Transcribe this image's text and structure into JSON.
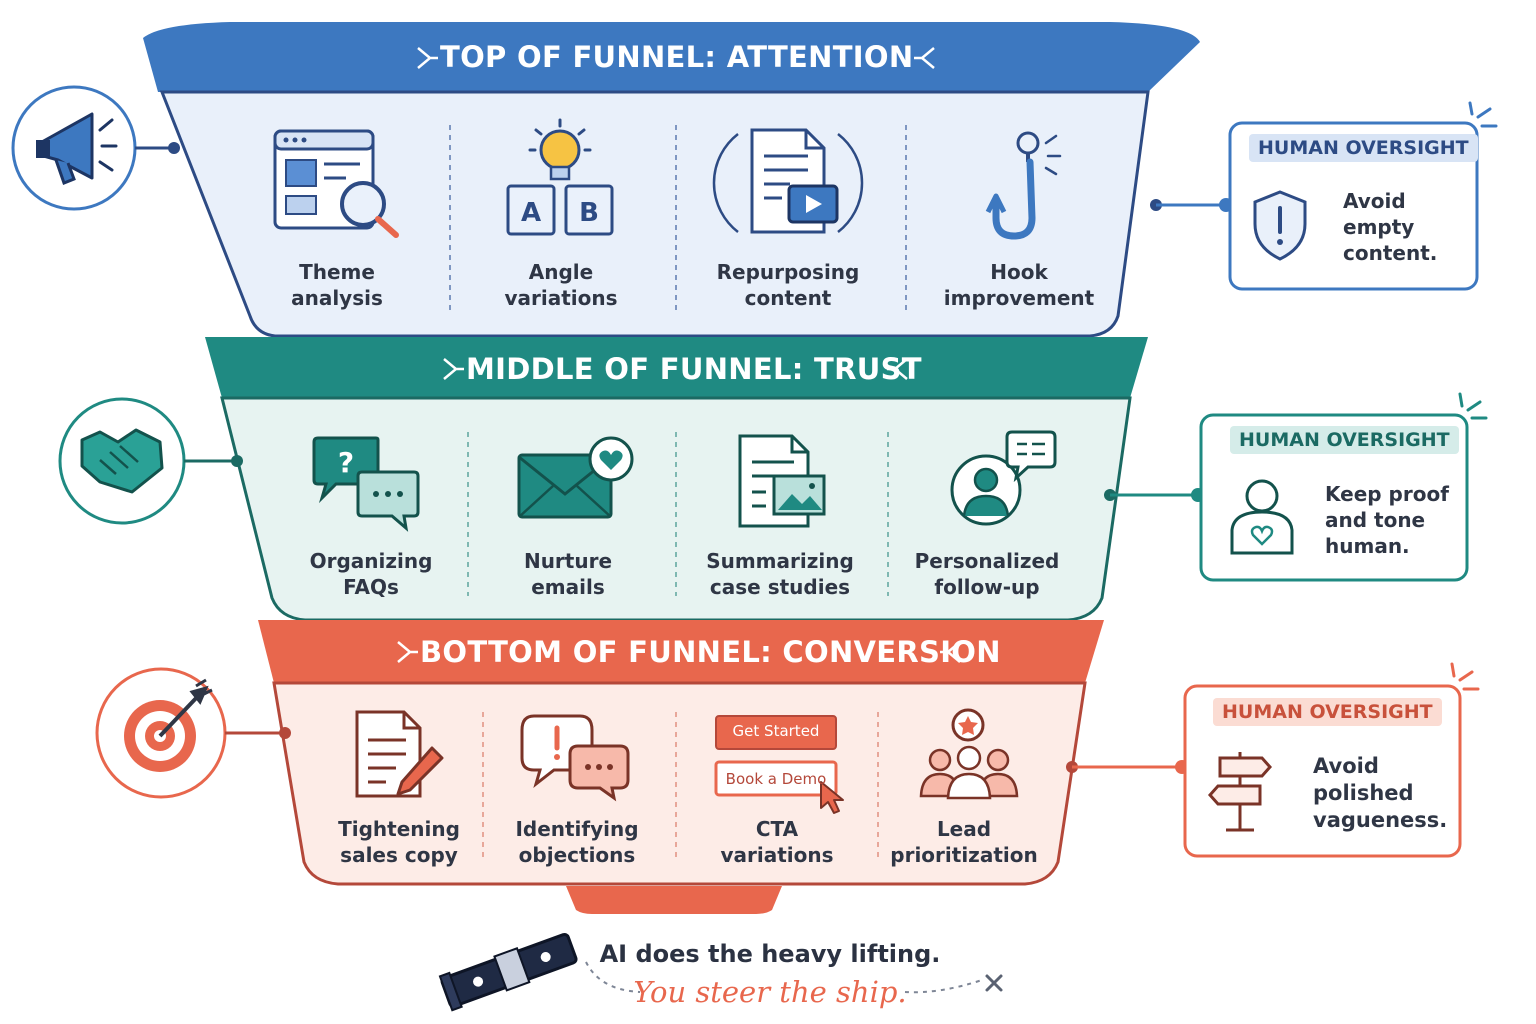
{
  "stages": [
    {
      "title": "TOP OF FUNNEL: ATTENTION",
      "color": "#3d78c0",
      "items": [
        {
          "line1": "Theme",
          "line2": "analysis",
          "icon": "browser-search-icon"
        },
        {
          "line1": "Angle",
          "line2": "variations",
          "icon": "lightbulb-ab-icon"
        },
        {
          "line1": "Repurposing",
          "line2": "content",
          "icon": "document-video-icon"
        },
        {
          "line1": "Hook",
          "line2": "improvement",
          "icon": "fishing-hook-icon"
        }
      ],
      "side_icon": "megaphone-icon",
      "oversight": {
        "tag": "HUMAN OVERSIGHT",
        "icon": "shield-alert-icon",
        "lines": [
          "Avoid",
          "empty",
          "content."
        ]
      }
    },
    {
      "title": "MIDDLE OF FUNNEL: TRUST",
      "color": "#1f8a82",
      "items": [
        {
          "line1": "Organizing",
          "line2": "FAQs",
          "icon": "chat-question-icon"
        },
        {
          "line1": "Nurture",
          "line2": "emails",
          "icon": "envelope-heart-icon"
        },
        {
          "line1": "Summarizing",
          "line2": "case studies",
          "icon": "document-image-icon"
        },
        {
          "line1": "Personalized",
          "line2": "follow-up",
          "icon": "person-chat-icon"
        }
      ],
      "side_icon": "handshake-icon",
      "oversight": {
        "tag": "HUMAN OVERSIGHT",
        "icon": "person-heart-icon",
        "lines": [
          "Keep proof",
          "and tone",
          "human."
        ]
      }
    },
    {
      "title": "BOTTOM OF FUNNEL: CONVERSION",
      "color": "#e8674d",
      "items": [
        {
          "line1": "Tightening",
          "line2": "sales copy",
          "icon": "document-pencil-icon"
        },
        {
          "line1": "Identifying",
          "line2": "objections",
          "icon": "chat-alert-icon"
        },
        {
          "line1": "CTA",
          "line2": "variations",
          "icon": "cta-buttons-icon",
          "buttons": [
            "Get Started",
            "Book a Demo"
          ]
        },
        {
          "line1": "Lead",
          "line2": "prioritization",
          "icon": "people-star-icon"
        }
      ],
      "side_icon": "target-arrow-icon",
      "oversight": {
        "tag": "HUMAN OVERSIGHT",
        "icon": "signpost-icon",
        "lines": [
          "Avoid",
          "polished",
          "vagueness."
        ]
      }
    }
  ],
  "footer": {
    "line1": "AI does the heavy lifting.",
    "line2": "You steer the ship.",
    "icon": "spyglass-icon",
    "end_icon": "x-mark-icon"
  }
}
